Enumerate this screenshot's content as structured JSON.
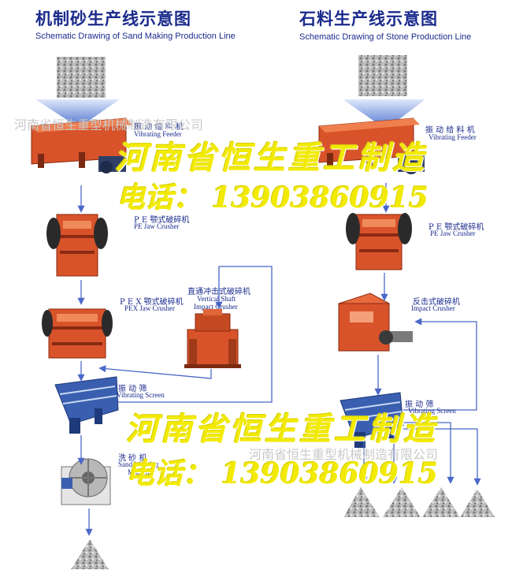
{
  "left": {
    "title_cn": "机制砂生产线示意图",
    "title_en": "Schematic Drawing of Sand Making Production Line",
    "feeder_cn": "振 动 给 料 机",
    "feeder_en": "Vibrating Feeder",
    "pe_cn": "P E 颚式破碎机",
    "pe_en": "PE Jaw Crusher",
    "pex_cn": "P E X 颚式破碎机",
    "pex_en": "PEX Jaw Crusher",
    "vsi_cn": "直通冲击式破碎机",
    "vsi_en1": "Vertical Shaft",
    "vsi_en2": "Impact Crusher",
    "screen_cn": "振 动 筛",
    "screen_en": "Vibrating Screen",
    "washer_cn": "洗 砂 机",
    "washer_en1": "Sand Washing",
    "washer_en2": "Machine"
  },
  "right": {
    "title_cn": "石料生产线示意图",
    "title_en": "Schematic Drawing of Stone Production Line",
    "feeder_cn": "振 动 给 料 机",
    "feeder_en": "Vibrating Feeder",
    "pe_cn": "P E 颚式破碎机",
    "pe_en": "PE Jaw Crusher",
    "impact_cn": "反击式破碎机",
    "impact_en": "Impact Crusher",
    "screen_cn": "振 动 筛",
    "screen_en": "Vibrating Screen"
  },
  "watermarks": {
    "company_small": "河南省恒生重型机械制造有限公司",
    "company_big": "河南省恒生重工制造",
    "phone_big": "电话： 13903860915"
  },
  "colors": {
    "machine": "#d8532a",
    "machine_dark": "#8a2a12",
    "flow_line": "#4a68c8",
    "hopper": "#5b7fd4",
    "screen": "#3a5fb0",
    "text": "#1a2a8c",
    "watermark": "#f2ea00"
  }
}
